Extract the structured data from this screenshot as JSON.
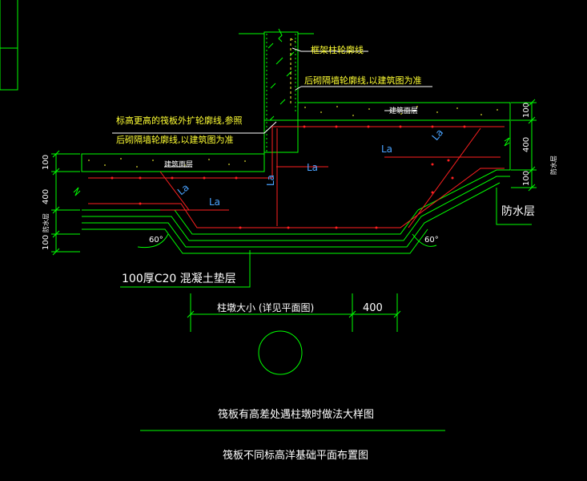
{
  "drawing": {
    "notes": {
      "column_outline": "框架柱轮廓线",
      "brick_wall_outline": "后砌隔墙轮廓线,以建筑图为准",
      "higher_raft_note_1": "标高更高的筏板外扩轮廓线,参照",
      "higher_raft_note_2": "后砌隔墙轮廓线,以建筑图为准"
    },
    "layer_labels": {
      "finish_right": "建筑面层",
      "finish_left": "建筑面层",
      "waterproof": "防水层",
      "cushion": "100厚C20 混凝土垫层"
    },
    "anchor_labels": [
      "La",
      "La",
      "La",
      "La",
      "La",
      "La"
    ],
    "dimensions": {
      "left_top": "100",
      "left_mid": "400",
      "left_waterproof": "防水层",
      "left_bottom": "100",
      "right_top": "100",
      "right_mid": "400",
      "right_bottom": "100",
      "right_waterproof": "防水层",
      "pier_size": "柱墩大小 (详见平面图)",
      "pier_ext": "400"
    },
    "angles": {
      "left": "60°",
      "right": "60°"
    },
    "titles": {
      "main": "筏板有高差处遇柱墩时做法大样图",
      "sub": "筏板不同标高洋基础平面布置图"
    },
    "colors": {
      "line": "#00ff00",
      "rebar": "#ff2020",
      "text_yellow": "#ffff33",
      "text_white": "#ffffff",
      "anchor_blue": "#4aa3ff"
    }
  }
}
